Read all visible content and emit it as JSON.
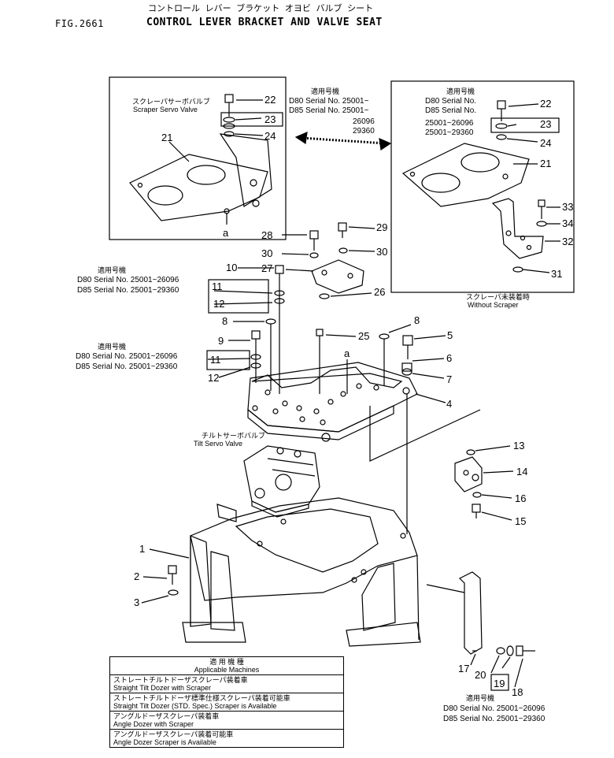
{
  "header": {
    "fig": "FIG.2661",
    "title_jp": "コントロール レバー ブラケット オヨビ バルブ シート",
    "title_en": "CONTROL LEVER BRACKET AND VALVE SEAT"
  },
  "left_inset": {
    "caption_jp": "スクレーパサーボバルブ",
    "caption_en": "Scraper Servo Valve",
    "labels": [
      "22",
      "23",
      "24",
      "21",
      "a"
    ]
  },
  "center_serial": {
    "jp": "適用号機",
    "d80": "D80 Serial No. 25001~",
    "d85": "D85 Serial No. 25001~",
    "r1": "26096",
    "r2": "29360"
  },
  "right_inset": {
    "jp": "適用号機",
    "d80": "D80 Serial No.",
    "d85": "D85 Serial No.",
    "r1": "25001~26096",
    "r2": "25001~29360",
    "caption_jp": "スクレーパ未装着時",
    "caption_en": "Without Scraper",
    "labels": [
      "22",
      "23",
      "24",
      "21",
      "33",
      "34",
      "32",
      "31"
    ]
  },
  "serial_block_1": {
    "jp": "適用号機",
    "d80": "D80 Serial No. 25001~26096",
    "d85": "D85 Serial No. 25001~29360"
  },
  "serial_block_2": {
    "jp": "適用号機",
    "d80": "D80 Serial No. 25001~26096",
    "d85": "D85 Serial No. 25001~29360"
  },
  "serial_block_3": {
    "jp": "適用号機",
    "d80": "D80 Serial No. 25001~26096",
    "d85": "D85 Serial No. 25001~29360"
  },
  "tilt_valve": {
    "jp": "チルトサーボバルブ",
    "en": "Tilt Servo Valve"
  },
  "callouts": {
    "c1": "1",
    "c2": "2",
    "c3": "3",
    "c4": "4",
    "c5": "5",
    "c6": "6",
    "c7": "7",
    "c8a": "8",
    "c8b": "8",
    "c9": "9",
    "c10": "10",
    "c11a": "11",
    "c11b": "11",
    "c12a": "12",
    "c12b": "12",
    "c13": "13",
    "c14": "14",
    "c15": "15",
    "c16": "16",
    "c17": "17",
    "c18": "18",
    "c19": "19",
    "c20": "20",
    "c25": "25",
    "c26": "26",
    "c27": "27",
    "c28": "28",
    "c29": "29",
    "c30a": "30",
    "c30b": "30",
    "ca": "a"
  },
  "legend": {
    "head_jp": "適 用 機 種",
    "head_en": "Applicable Machines",
    "rows": [
      {
        "jp": "ストレートチルトドーザスクレーパ装着車",
        "en": "Straight Tilt Dozer with Scraper"
      },
      {
        "jp": "ストレートチルトドーザ標準仕様スクレーパ装着可能車",
        "en": "Straight Tilt Dozer (STD. Spec.) Scraper is Available"
      },
      {
        "jp": "アングルドーザスクレーパ装着車",
        "en": "Angle Dozer with Scraper"
      },
      {
        "jp": "アングルドーザスクレーパ装着可能車",
        "en": "Angle Dozer Scraper is Available"
      }
    ]
  }
}
